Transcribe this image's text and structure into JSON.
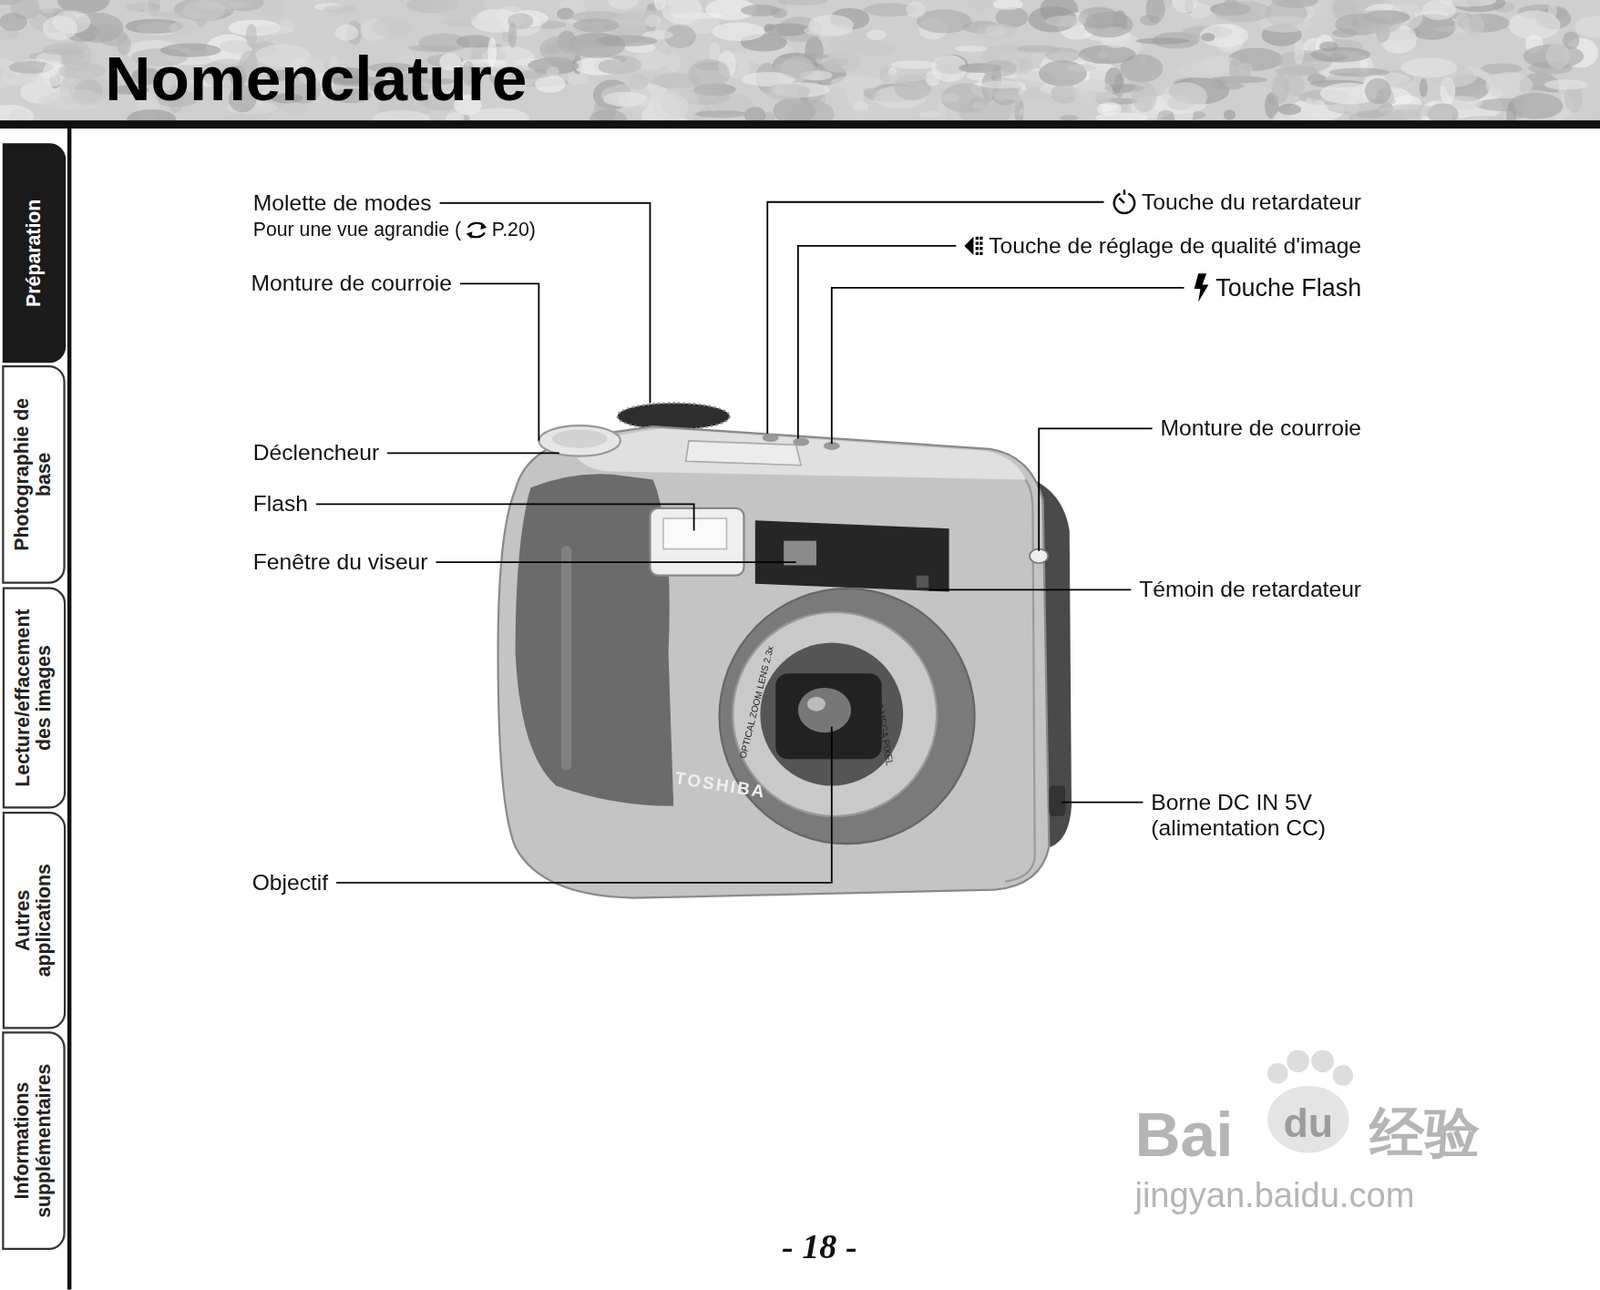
{
  "diagram": {
    "title": "Nomenclature",
    "nodes": [
      {
        "text": [
          "Préparation"
        ]
      },
      {
        "text": [
          "Photographie de base"
        ]
      },
      {
        "text": [
          "Lecture/effacement des images"
        ]
      },
      {
        "text": [
          "Autres applications"
        ]
      },
      {
        "text": [
          "Informations supplémentaires"
        ]
      }
    ],
    "labels": [
      "Molette de modes",
      "Pour une vue agrandie (",
      "P.20)",
      "Monture de courroie",
      "Déclencheur",
      "Flash",
      "Fenêtre du viseur",
      "Objectif",
      "Touche du retardateur",
      "Touche de réglage de qualité d'image",
      "Touche Flash",
      "Monture de courroie",
      "Témoin de retardateur",
      "Borne DC IN 5V (alimentation CC)",
      "TOSHIBA",
      "OPTICAL ZOOM LENS 2.3x",
      "2.3 MEGA PIXEL",
      "- 18 -",
      "Bai",
      "du",
      "经验",
      "jingyan.baidu.com"
    ]
  }
}
